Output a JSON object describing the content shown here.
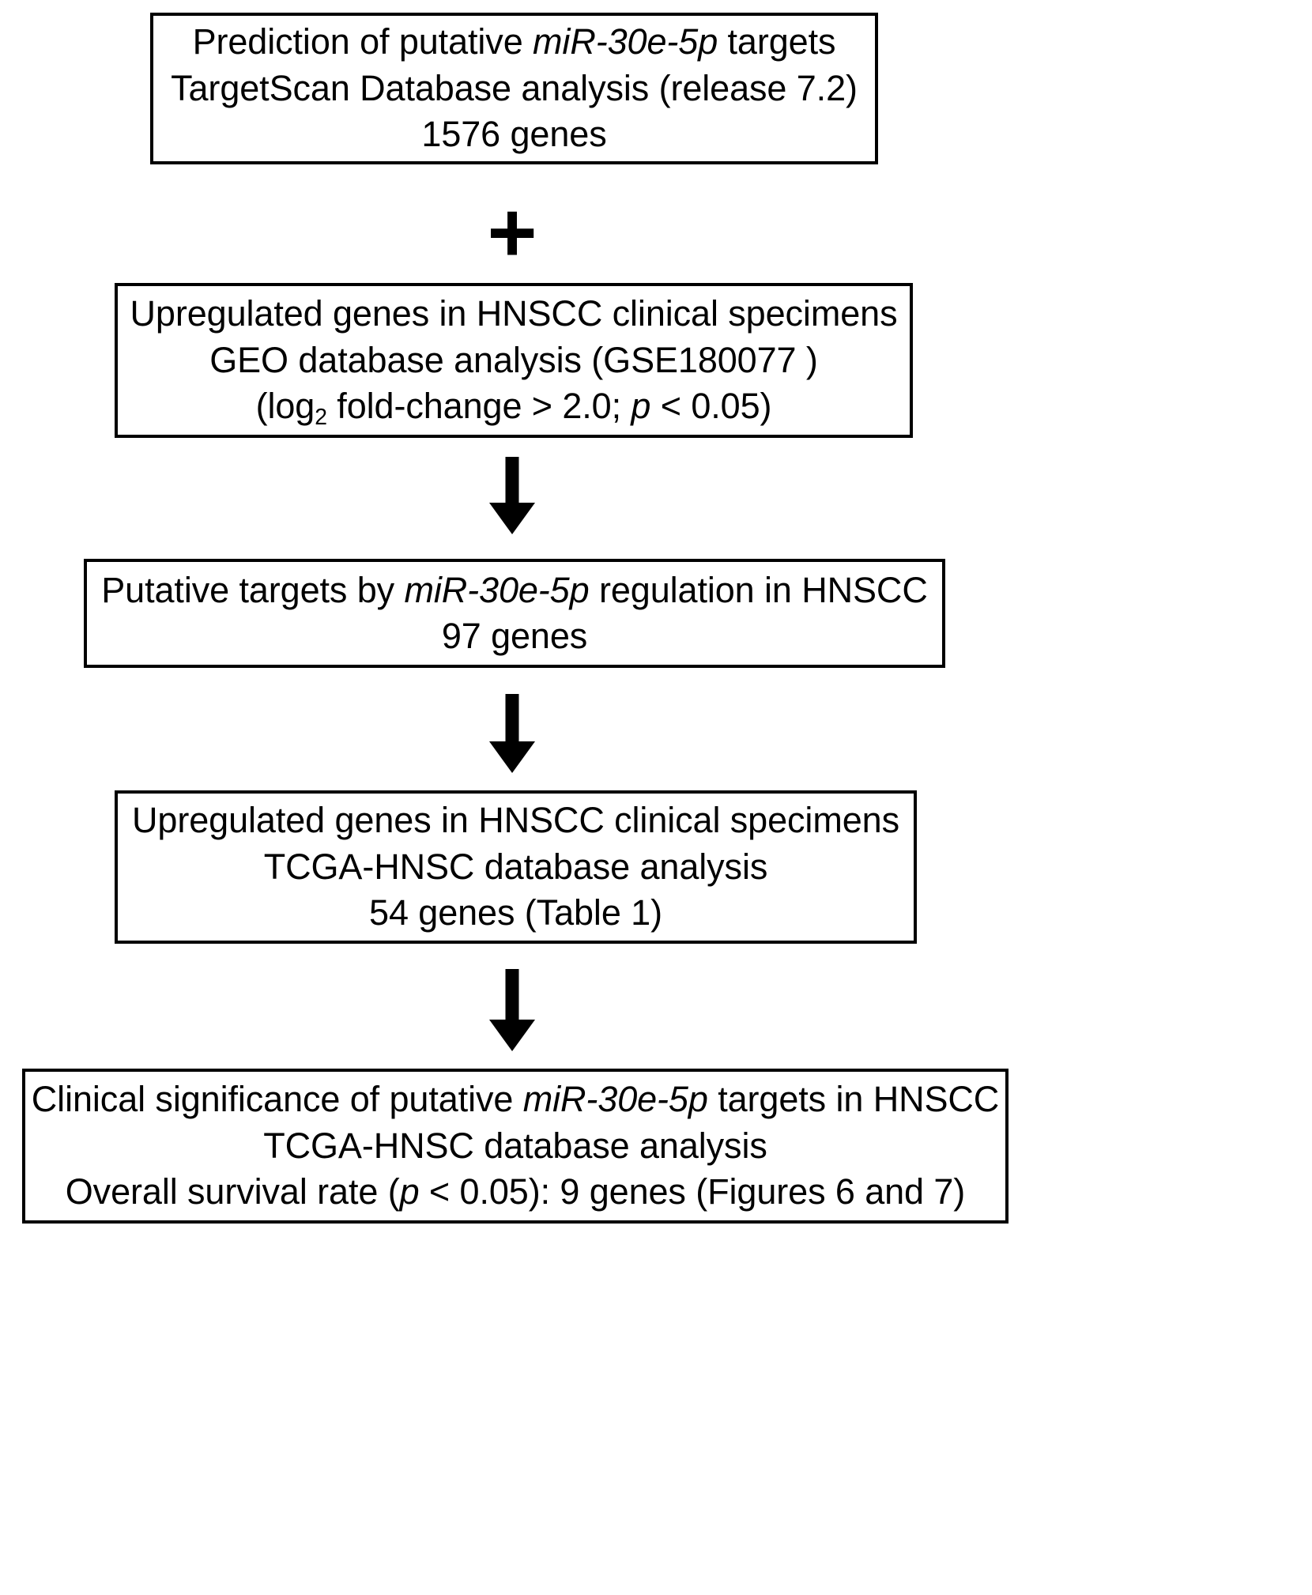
{
  "figure": {
    "type": "flowchart",
    "orientation": "vertical",
    "background_color": "#ffffff",
    "line_color": "#000000"
  },
  "nodes": [
    {
      "id": "node-1",
      "name": "target-prediction-box",
      "lines": [
        {
          "segments": [
            {
              "text": "Prediction of putative ",
              "style": "normal"
            },
            {
              "text": "miR-30e-5p",
              "style": "italic"
            },
            {
              "text": " targets",
              "style": "normal"
            }
          ]
        },
        {
          "segments": [
            {
              "text": "TargetScan Database analysis (release 7.2)",
              "style": "normal"
            }
          ]
        },
        {
          "segments": [
            {
              "text": "1576 genes",
              "style": "normal"
            }
          ]
        }
      ]
    },
    {
      "id": "node-2",
      "name": "geo-upregulated-genes-box",
      "lines": [
        {
          "segments": [
            {
              "text": "Upregulated genes in HNSCC clinical specimens",
              "style": "normal"
            }
          ]
        },
        {
          "segments": [
            {
              "text": "GEO database analysis (GSE180077 )",
              "style": "normal"
            }
          ]
        },
        {
          "segments": [
            {
              "text": "(log",
              "style": "normal"
            },
            {
              "text": "2",
              "style": "subscript"
            },
            {
              "text": " fold-change > 2.0; ",
              "style": "normal"
            },
            {
              "text": "p",
              "style": "italic"
            },
            {
              "text": " < 0.05)",
              "style": "normal"
            }
          ]
        }
      ]
    },
    {
      "id": "node-3",
      "name": "putative-targets-box",
      "lines": [
        {
          "segments": [
            {
              "text": "Putative targets by ",
              "style": "normal"
            },
            {
              "text": "miR-30e-5p",
              "style": "italic"
            },
            {
              "text": " regulation in HNSCC",
              "style": "normal"
            }
          ]
        },
        {
          "segments": [
            {
              "text": "97 genes",
              "style": "normal"
            }
          ]
        }
      ]
    },
    {
      "id": "node-4",
      "name": "tcga-upregulated-genes-box",
      "lines": [
        {
          "segments": [
            {
              "text": "Upregulated genes in HNSCC clinical specimens",
              "style": "normal"
            }
          ]
        },
        {
          "segments": [
            {
              "text": "TCGA-HNSC database analysis",
              "style": "normal"
            }
          ]
        },
        {
          "segments": [
            {
              "text": "54 genes (Table 1)",
              "style": "normal"
            }
          ]
        }
      ]
    },
    {
      "id": "node-5",
      "name": "clinical-significance-box",
      "lines": [
        {
          "segments": [
            {
              "text": "Clinical significance of putative ",
              "style": "normal"
            },
            {
              "text": "miR-30e-5p",
              "style": "italic"
            },
            {
              "text": " targets in HNSCC",
              "style": "normal"
            }
          ]
        },
        {
          "segments": [
            {
              "text": "TCGA-HNSC database analysis",
              "style": "normal"
            }
          ]
        },
        {
          "segments": [
            {
              "text": "Overall survival rate (",
              "style": "normal"
            },
            {
              "text": "p",
              "style": "italic"
            },
            {
              "text": " < 0.05): 9 genes (Figures 6 and 7)",
              "style": "normal"
            }
          ]
        }
      ]
    }
  ],
  "connectors": [
    {
      "id": "connector-1",
      "name": "plus-connector",
      "glyph": "+",
      "from": "node-1",
      "to": "node-2"
    },
    {
      "id": "connector-2",
      "name": "arrow-connector-2-to-3",
      "glyph": "arrow-down",
      "from": "node-2",
      "to": "node-3"
    },
    {
      "id": "connector-3",
      "name": "arrow-connector-3-to-4",
      "glyph": "arrow-down",
      "from": "node-3",
      "to": "node-4"
    },
    {
      "id": "connector-4",
      "name": "arrow-connector-4-to-5",
      "glyph": "arrow-down",
      "from": "node-4",
      "to": "node-5"
    }
  ]
}
